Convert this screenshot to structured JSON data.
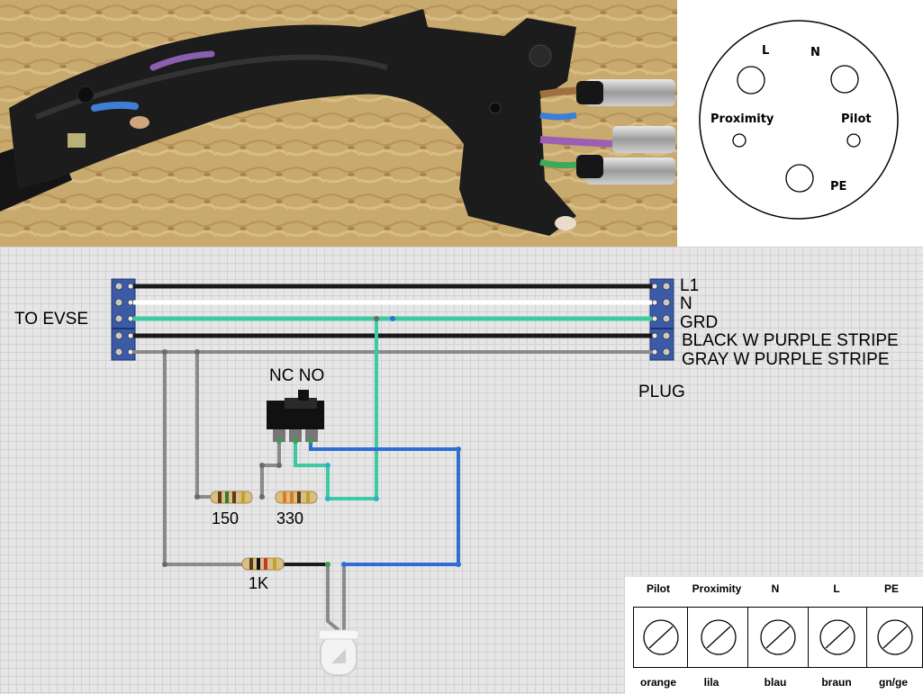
{
  "pinout": {
    "labels": {
      "l": "L",
      "n": "N",
      "proximity": "Proximity",
      "pilot": "Pilot",
      "pe": "PE"
    }
  },
  "circuit": {
    "to_evse": "TO EVSE",
    "plug": "PLUG",
    "switch_label": "NC NO",
    "wires": {
      "l1": "L1",
      "n": "N",
      "grd": "GRD",
      "black_purple": "BLACK W PURPLE STRIPE",
      "gray_purple": "GRAY W PURPLE STRIPE"
    },
    "resistors": {
      "r150": "150",
      "r330": "330",
      "r1k": "1K"
    },
    "colors": {
      "black_wire": "#1a1a1a",
      "white_wire": "#ffffff",
      "green_wire": "#3fc9a2",
      "gray_wire": "#8a8a8a",
      "blue_wire": "#2f6fd0",
      "terminal": "#3b5ba8"
    }
  },
  "terminal_table": {
    "headers": [
      "Pilot",
      "Proximity",
      "N",
      "L",
      "PE"
    ],
    "colors": [
      "orange",
      "lila",
      "blau",
      "braun",
      "gn/ge"
    ]
  }
}
